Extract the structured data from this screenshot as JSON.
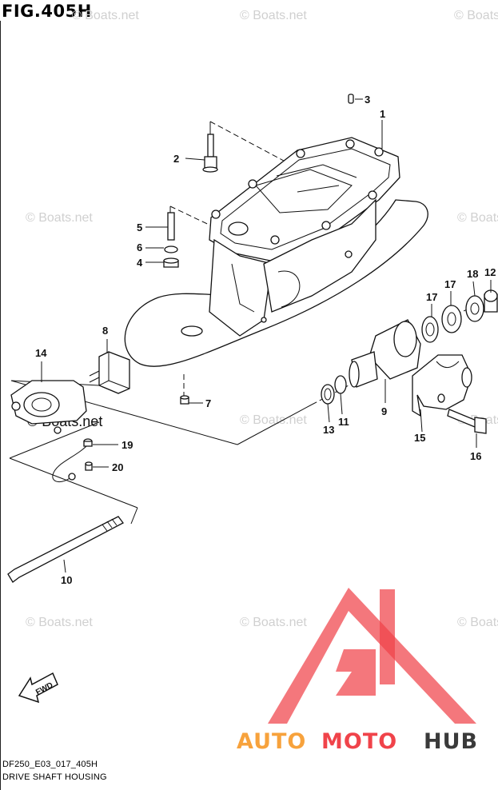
{
  "figure": {
    "title": "FIG.405H",
    "drawing_code": "DF250_E03_017_405H",
    "section_name": "DRIVE SHAFT HOUSING"
  },
  "watermark": {
    "text": "© Boats.net",
    "dark_text": "© Boats.net"
  },
  "callouts": [
    {
      "key": "c1",
      "label": "1"
    },
    {
      "key": "c2",
      "label": "2"
    },
    {
      "key": "c3",
      "label": "3"
    },
    {
      "key": "c4",
      "label": "4"
    },
    {
      "key": "c5",
      "label": "5"
    },
    {
      "key": "c6",
      "label": "6"
    },
    {
      "key": "c7",
      "label": "7"
    },
    {
      "key": "c8",
      "label": "8"
    },
    {
      "key": "c9",
      "label": "9"
    },
    {
      "key": "c10",
      "label": "10"
    },
    {
      "key": "c11",
      "label": "11"
    },
    {
      "key": "c12",
      "label": "12"
    },
    {
      "key": "c13",
      "label": "13"
    },
    {
      "key": "c14",
      "label": "14"
    },
    {
      "key": "c15",
      "label": "15"
    },
    {
      "key": "c16",
      "label": "16"
    },
    {
      "key": "c17a",
      "label": "17"
    },
    {
      "key": "c17b",
      "label": "17"
    },
    {
      "key": "c18",
      "label": "18"
    },
    {
      "key": "c19",
      "label": "19"
    },
    {
      "key": "c20",
      "label": "20"
    }
  ],
  "fwd_arrow": {
    "label": "FWD"
  },
  "logo": {
    "part1": "AUTO",
    "part2": "MOTO",
    "part3": "HUB",
    "color_orange": "#f7a23c",
    "color_red": "#f0434a",
    "color_dark": "#3a3a3a"
  }
}
